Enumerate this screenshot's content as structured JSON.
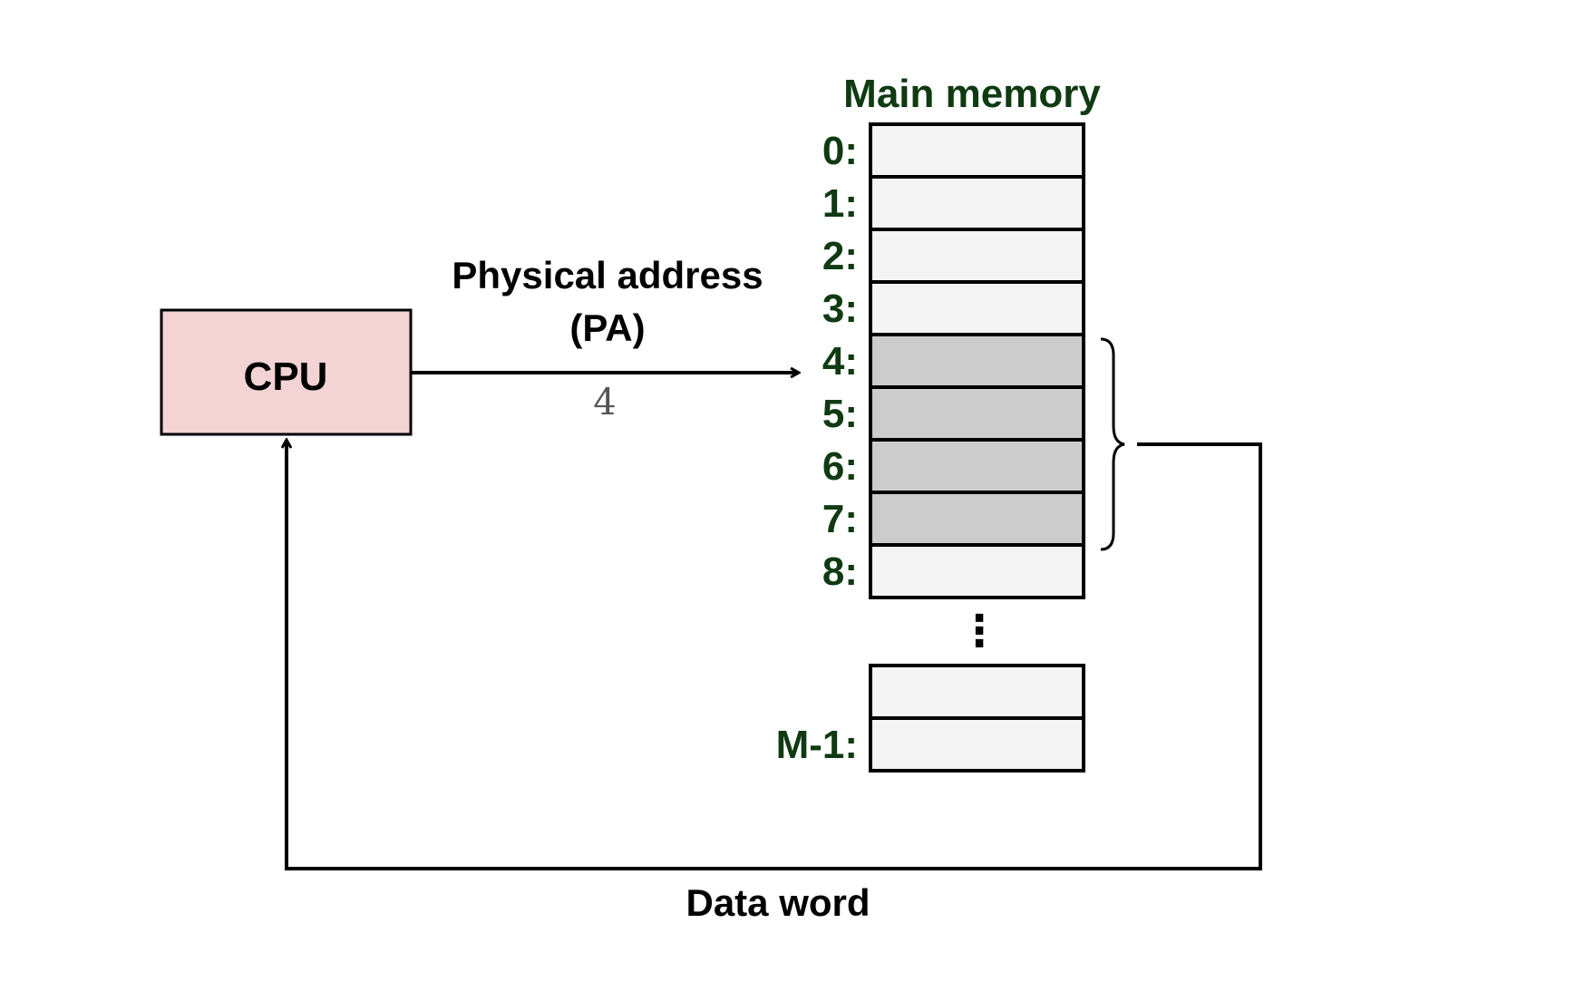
{
  "cpu": {
    "label": "CPU",
    "fill": "#f3d3d3"
  },
  "memory": {
    "title": "Main memory",
    "cells": [
      {
        "label": "0:",
        "highlighted": false
      },
      {
        "label": "1:",
        "highlighted": false
      },
      {
        "label": "2:",
        "highlighted": false
      },
      {
        "label": "3:",
        "highlighted": false
      },
      {
        "label": "4:",
        "highlighted": true
      },
      {
        "label": "5:",
        "highlighted": true
      },
      {
        "label": "6:",
        "highlighted": true
      },
      {
        "label": "7:",
        "highlighted": true
      },
      {
        "label": "8:",
        "highlighted": false
      }
    ],
    "ellipsis": "⋮",
    "tail_cells": [
      {
        "label": "",
        "highlighted": false
      },
      {
        "label": "M-1:",
        "highlighted": false
      }
    ],
    "cell_fill": "#f4f4f4",
    "highlight_fill": "#cccccc"
  },
  "address_bus": {
    "label_line1": "Physical address",
    "label_line2": "(PA)",
    "value": "4"
  },
  "data_bus": {
    "label": "Data word"
  },
  "colors": {
    "label_green": "#0f3a12",
    "stroke": "#000000"
  }
}
